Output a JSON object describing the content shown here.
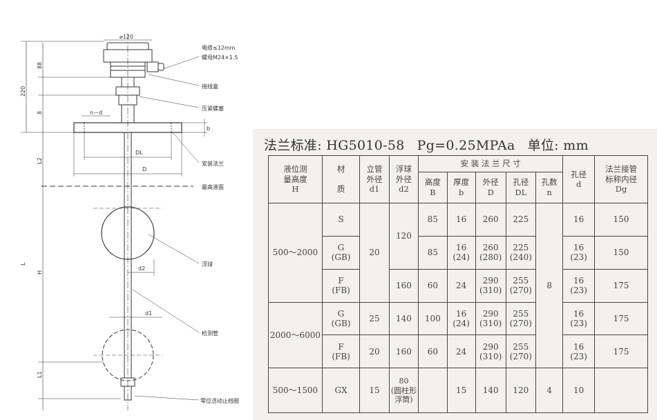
{
  "drawing": {
    "dims": {
      "head_dia": "⌀120",
      "cable": "电缆≤12mm",
      "thread": "螺母M24×1.5",
      "d88": "88",
      "d220": "220",
      "d8": "8",
      "nd": "n－d",
      "b": "b",
      "l2": "L2",
      "DL": "DL",
      "D": "D",
      "L": "L",
      "H": "H",
      "d2": "d2",
      "d1": "d1",
      "l1": "L1"
    },
    "labels": {
      "junction_box": "接线盒",
      "nut": "压紧螺塞",
      "flange": "安装法兰",
      "max_level": "最高液面",
      "float": "浮球",
      "tube": "检测管",
      "stopper": "零位活动止档圈"
    }
  },
  "spec": {
    "title": {
      "standard": "法兰标准: HG5010-58",
      "pressure": "Pg=0.25MPAa",
      "unit": "单位: mm"
    },
    "headers": {
      "H": "液位测\n量高度\nH",
      "material": "材\n\n质",
      "d1": "立管\n外径\nd1",
      "d2": "浮球\n外径\nd2",
      "flange_group": "安 装 法 兰 尺 寸",
      "B": "高度\nB",
      "b": "厚度\nb",
      "D": "外径\nD",
      "DL": "孔径\nDL",
      "n": "孔数\nn",
      "d": "孔径\nd",
      "Dg": "法兰接管\n标称内径\nDg"
    },
    "rows": {
      "h1": "500～2000",
      "h2": "2000～6000",
      "h3": "500～1500",
      "m_s": "S",
      "m_g": "G\n(GB)",
      "m_f": "F\n(FB)",
      "m_g2": "G\n(GB)",
      "m_f2": "F\n(FB)",
      "m_gx": "GX",
      "d1_a": "20",
      "d1_b": "25",
      "d1_c": "20",
      "d1_d": "15",
      "d2_a": "120",
      "d2_b": "160",
      "d2_c": "140",
      "d2_d": "160",
      "d2_e": "80\n(圆柱形\n浮筒)",
      "B_1": "85",
      "B_2": "85",
      "B_3": "60",
      "B_4": "100",
      "B_5": "60",
      "b_1": "16",
      "b_2": "16\n(24)",
      "b_3": "24",
      "b_4": "16\n(24)",
      "b_5": "24",
      "b_6": "15",
      "D_1": "260",
      "D_2": "260\n(280)",
      "D_3": "290\n(310)",
      "D_4": "290\n(310)",
      "D_5": "290\n(310)",
      "D_6": "140",
      "DL_1": "225",
      "DL_2": "225\n(240)",
      "DL_3": "255\n(270)",
      "DL_4": "255\n(270)",
      "DL_5": "255\n(270)",
      "DL_6": "120",
      "n_1": "8",
      "n_2": "4",
      "d_1": "16",
      "d_2": "16\n(23)",
      "d_3": "16\n(23)",
      "d_4": "16\n(23)",
      "d_5": "16\n(23)",
      "d_6": "10",
      "Dg_1": "150",
      "Dg_2": "150",
      "Dg_3": "175",
      "Dg_4": "175",
      "Dg_5": "175"
    }
  }
}
